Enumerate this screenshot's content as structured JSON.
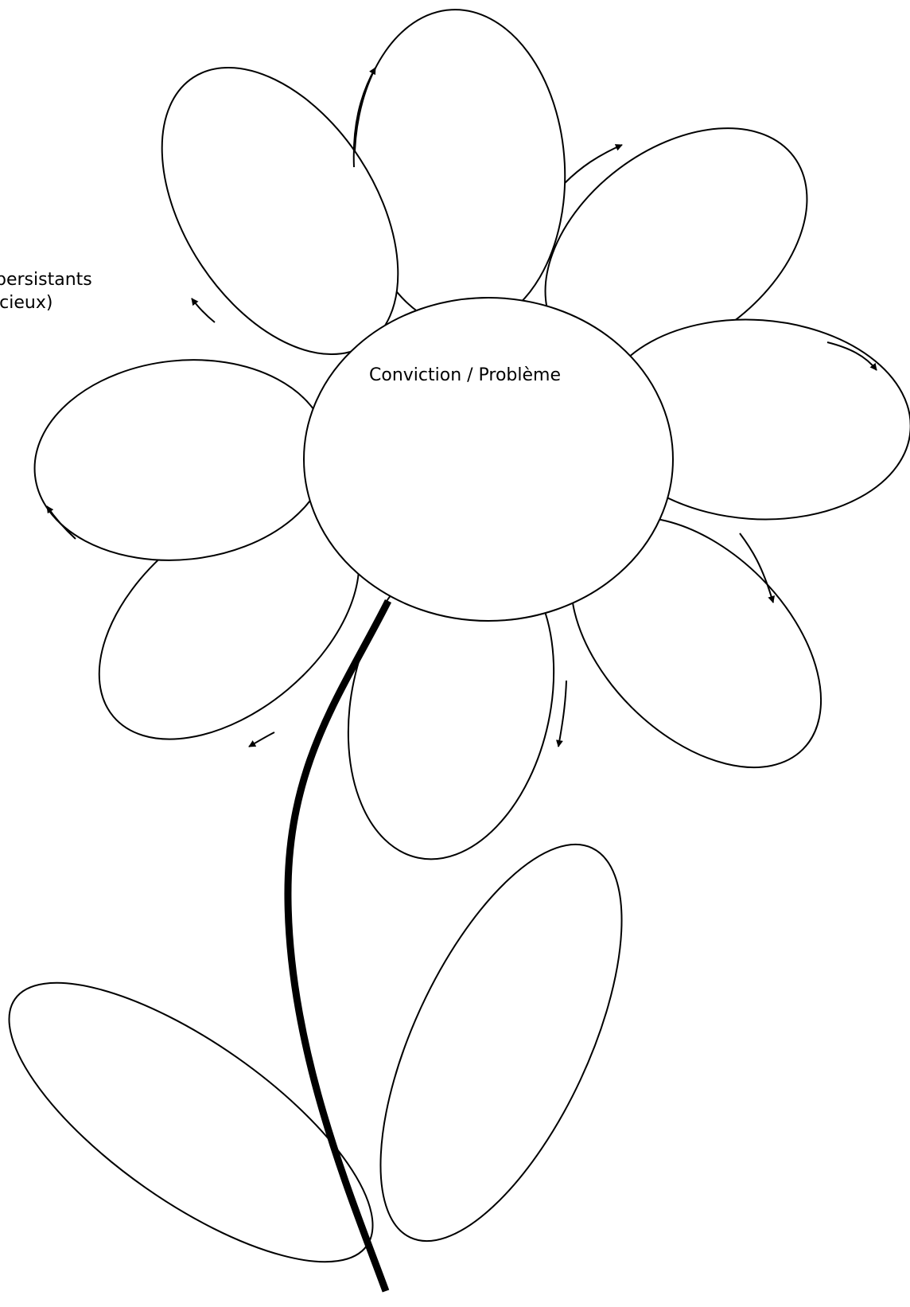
{
  "diagram": {
    "center_label": "Conviction / Problème",
    "side_note_line1": "persistants",
    "side_note_line2": "vicieux)",
    "stroke_color": "#000000",
    "background_color": "#ffffff"
  }
}
